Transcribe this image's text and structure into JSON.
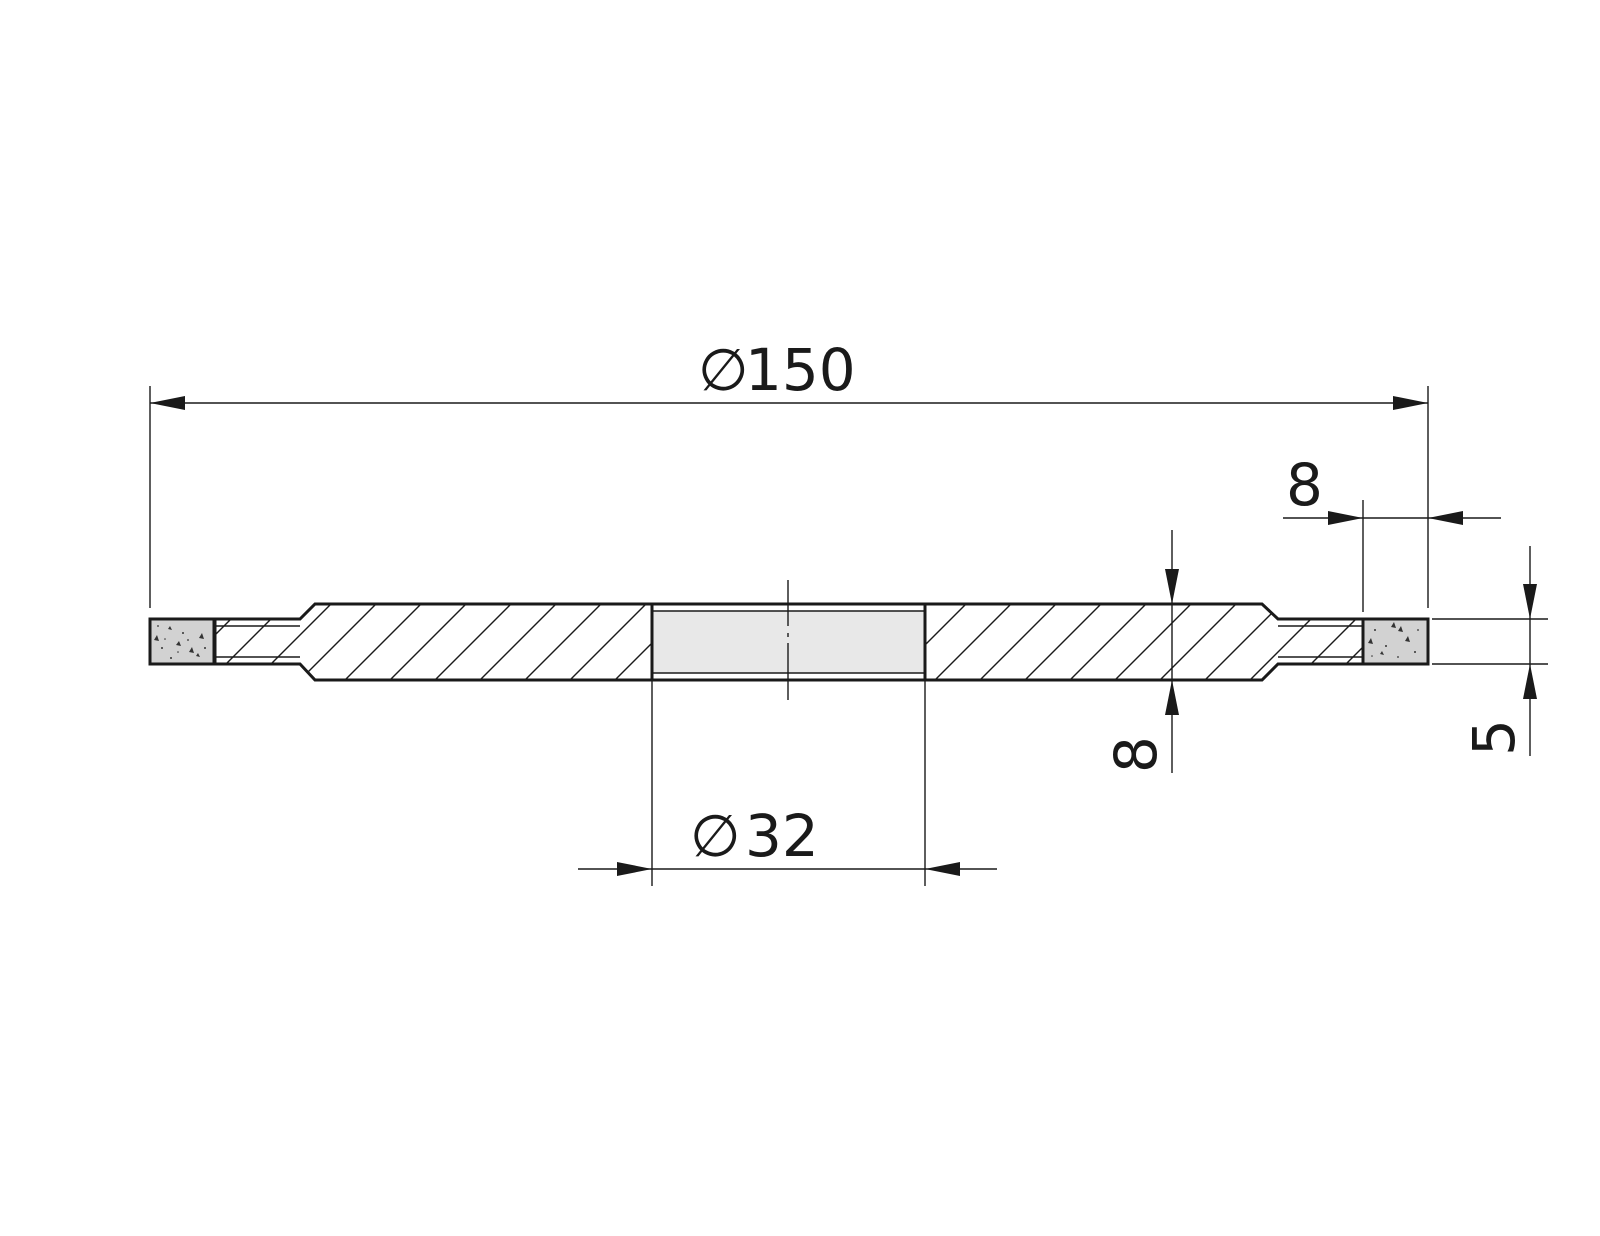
{
  "dimensions": {
    "outer_diameter": {
      "symbol": "∅",
      "value": "150"
    },
    "bore_diameter": {
      "symbol": "∅",
      "value": "32"
    },
    "rim_width": "8",
    "hub_thickness": "8",
    "rim_thickness": "5"
  },
  "colors": {
    "line": "#1a1a1a",
    "segment_fill": "#d2d2d2",
    "bore_fill": "#e8e8e8"
  },
  "icons": {
    "diameter_symbol": "diameter-icon"
  }
}
